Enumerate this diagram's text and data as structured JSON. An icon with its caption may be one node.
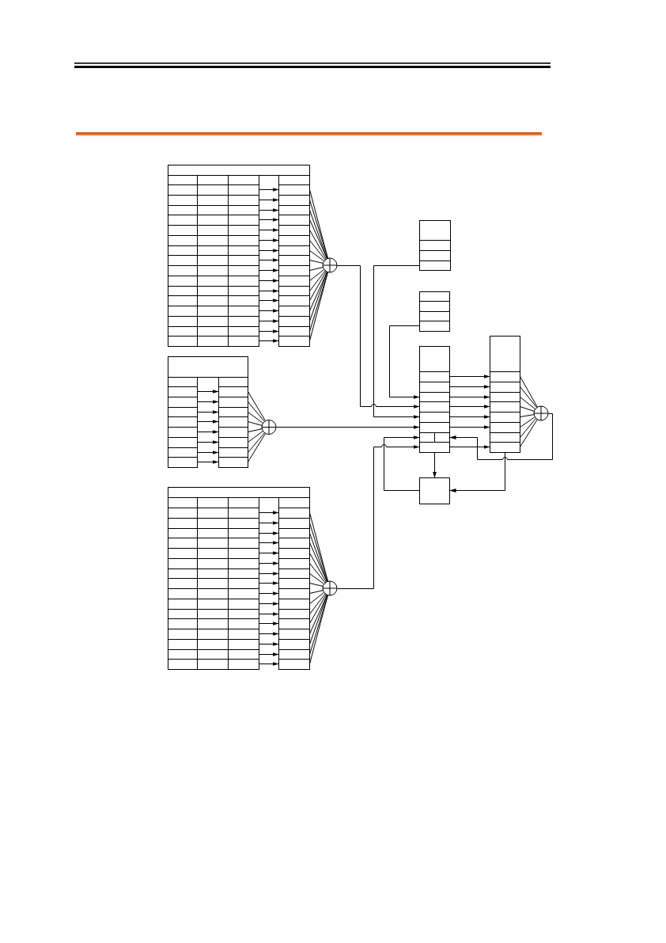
{
  "diagram": {
    "nodes": [
      {
        "text": [],
        "shape": "box"
      },
      {
        "text": [],
        "shape": "box"
      },
      {
        "text": [],
        "shape": "box"
      },
      {
        "text": [],
        "shape": "box"
      },
      {
        "text": [],
        "shape": "box"
      },
      {
        "text": [],
        "shape": "box"
      },
      {
        "text": [],
        "shape": "box"
      },
      {
        "text": [],
        "shape": "box"
      },
      {
        "text": [],
        "shape": "box"
      },
      {
        "text": [],
        "shape": "box"
      },
      {
        "text": [],
        "shape": "box"
      },
      {
        "text": [],
        "shape": "box"
      },
      {
        "text": [],
        "shape": "box"
      },
      {
        "text": [],
        "shape": "box"
      },
      {
        "text": [],
        "shape": "box"
      },
      {
        "text": [],
        "shape": "box"
      },
      {
        "text": [],
        "shape": "box"
      },
      {
        "text": [],
        "shape": "box"
      },
      {
        "text": [],
        "shape": "box"
      },
      {
        "text": [],
        "shape": "box"
      },
      {
        "text": [],
        "shape": "box"
      },
      {
        "text": [],
        "shape": "box"
      },
      {
        "text": [],
        "shape": "box"
      },
      {
        "text": [],
        "shape": "box"
      },
      {
        "text": [],
        "shape": "box"
      },
      {
        "text": [],
        "shape": "box"
      },
      {
        "text": [],
        "shape": "box"
      },
      {
        "text": [],
        "shape": "box"
      },
      {
        "text": [],
        "shape": "box"
      },
      {
        "text": [],
        "shape": "box"
      },
      {
        "text": [],
        "shape": "box"
      },
      {
        "text": [],
        "shape": "box"
      },
      {
        "text": [],
        "shape": "box"
      },
      {
        "text": [],
        "shape": "box"
      },
      {
        "text": [],
        "shape": "box"
      },
      {
        "text": [],
        "shape": "box"
      },
      {
        "text": [],
        "shape": "box"
      },
      {
        "text": [],
        "shape": "box"
      },
      {
        "text": [],
        "shape": "box"
      },
      {
        "text": [],
        "shape": "box"
      },
      {
        "text": [],
        "shape": "box"
      },
      {
        "text": [],
        "shape": "box"
      },
      {
        "text": [],
        "shape": "box"
      },
      {
        "text": [],
        "shape": "box"
      },
      {
        "text": [],
        "shape": "box"
      },
      {
        "text": [],
        "shape": "box"
      },
      {
        "text": [],
        "shape": "box"
      },
      {
        "text": [],
        "shape": "box"
      },
      {
        "text": [],
        "shape": "box"
      },
      {
        "text": [],
        "shape": "box"
      },
      {
        "text": [],
        "shape": "box"
      },
      {
        "text": [],
        "shape": "box"
      },
      {
        "text": [],
        "shape": "box"
      },
      {
        "text": [],
        "shape": "box"
      },
      {
        "text": [],
        "shape": "box"
      },
      {
        "text": [],
        "shape": "box"
      },
      {
        "text": [],
        "shape": "box"
      },
      {
        "text": [],
        "shape": "box"
      },
      {
        "text": [],
        "shape": "box"
      },
      {
        "text": [],
        "shape": "box"
      },
      {
        "text": [],
        "shape": "box"
      },
      {
        "text": [],
        "shape": "box"
      },
      {
        "text": [],
        "shape": "box"
      },
      {
        "text": [],
        "shape": "box"
      },
      {
        "text": [],
        "shape": "box"
      },
      {
        "text": [],
        "shape": "box"
      },
      {
        "text": [],
        "shape": "box"
      },
      {
        "text": [],
        "shape": "box"
      },
      {
        "text": [],
        "shape": "box"
      },
      {
        "text": [],
        "shape": "circle"
      },
      {
        "text": [],
        "shape": "box"
      },
      {
        "text": [],
        "shape": "box"
      },
      {
        "text": [],
        "shape": "box"
      },
      {
        "text": [],
        "shape": "box"
      },
      {
        "text": [],
        "shape": "box"
      },
      {
        "text": [],
        "shape": "box"
      },
      {
        "text": [],
        "shape": "box"
      },
      {
        "text": [],
        "shape": "box"
      },
      {
        "text": [],
        "shape": "box"
      },
      {
        "text": [],
        "shape": "box"
      },
      {
        "text": [],
        "shape": "box"
      },
      {
        "text": [],
        "shape": "box"
      },
      {
        "text": [],
        "shape": "box"
      },
      {
        "text": [],
        "shape": "box"
      },
      {
        "text": [],
        "shape": "box"
      },
      {
        "text": [],
        "shape": "box"
      },
      {
        "text": [],
        "shape": "box"
      },
      {
        "text": [],
        "shape": "box"
      },
      {
        "text": [],
        "shape": "box"
      },
      {
        "text": [],
        "shape": "box"
      },
      {
        "text": [],
        "shape": "box"
      },
      {
        "text": [],
        "shape": "box"
      },
      {
        "text": [],
        "shape": "box"
      },
      {
        "text": [],
        "shape": "box"
      },
      {
        "text": [],
        "shape": "box"
      },
      {
        "text": [],
        "shape": "box"
      },
      {
        "text": [],
        "shape": "box"
      },
      {
        "text": [],
        "shape": "circle"
      },
      {
        "text": [],
        "shape": "box"
      },
      {
        "text": [],
        "shape": "box"
      },
      {
        "text": [],
        "shape": "box"
      },
      {
        "text": [],
        "shape": "box"
      },
      {
        "text": [],
        "shape": "box"
      },
      {
        "text": [],
        "shape": "box"
      },
      {
        "text": [],
        "shape": "box"
      },
      {
        "text": [],
        "shape": "box"
      },
      {
        "text": [],
        "shape": "box"
      },
      {
        "text": [],
        "shape": "box"
      },
      {
        "text": [],
        "shape": "box"
      },
      {
        "text": [],
        "shape": "box"
      },
      {
        "text": [],
        "shape": "box"
      },
      {
        "text": [],
        "shape": "box"
      },
      {
        "text": [],
        "shape": "box"
      },
      {
        "text": [],
        "shape": "box"
      },
      {
        "text": [],
        "shape": "box"
      },
      {
        "text": [],
        "shape": "box"
      },
      {
        "text": [],
        "shape": "box"
      },
      {
        "text": [],
        "shape": "circle"
      },
      {
        "text": [],
        "shape": "box"
      },
      {
        "text": [],
        "shape": "box"
      },
      {
        "text": [],
        "shape": "box"
      },
      {
        "text": [],
        "shape": "box"
      },
      {
        "text": [],
        "shape": "box"
      },
      {
        "text": [],
        "shape": "box"
      },
      {
        "text": [],
        "shape": "box"
      },
      {
        "text": [],
        "shape": "box"
      },
      {
        "text": [],
        "shape": "box"
      },
      {
        "text": [],
        "shape": "box"
      },
      {
        "text": [],
        "shape": "box"
      },
      {
        "text": [],
        "shape": "box"
      },
      {
        "text": [],
        "shape": "box"
      },
      {
        "text": [],
        "shape": "box"
      },
      {
        "text": [],
        "shape": "box"
      },
      {
        "text": [],
        "shape": "box"
      },
      {
        "text": [],
        "shape": "box"
      },
      {
        "text": [],
        "shape": "box"
      },
      {
        "text": [],
        "shape": "box"
      },
      {
        "text": [],
        "shape": "box"
      },
      {
        "text": [],
        "shape": "box"
      },
      {
        "text": [],
        "shape": "box"
      },
      {
        "text": [],
        "shape": "box"
      },
      {
        "text": [],
        "shape": "box"
      },
      {
        "text": [],
        "shape": "box"
      },
      {
        "text": [],
        "shape": "box"
      },
      {
        "text": [],
        "shape": "box"
      },
      {
        "text": [],
        "shape": "box"
      },
      {
        "text": [],
        "shape": "box"
      },
      {
        "text": [],
        "shape": "box"
      },
      {
        "text": [],
        "shape": "box"
      },
      {
        "text": [],
        "shape": "box"
      },
      {
        "text": [],
        "shape": "box"
      },
      {
        "text": [],
        "shape": "box"
      },
      {
        "text": [],
        "shape": "box"
      },
      {
        "text": [],
        "shape": "box"
      },
      {
        "text": [],
        "shape": "box"
      },
      {
        "text": [],
        "shape": "box"
      },
      {
        "text": [],
        "shape": "box"
      },
      {
        "text": [],
        "shape": "box"
      },
      {
        "text": [],
        "shape": "box"
      },
      {
        "text": [],
        "shape": "box"
      },
      {
        "text": [],
        "shape": "box"
      },
      {
        "text": [],
        "shape": "box"
      },
      {
        "text": [],
        "shape": "box"
      },
      {
        "text": [],
        "shape": "box"
      },
      {
        "text": [],
        "shape": "box"
      },
      {
        "text": [],
        "shape": "box"
      },
      {
        "text": [],
        "shape": "box"
      },
      {
        "text": [],
        "shape": "box"
      },
      {
        "text": [],
        "shape": "box"
      },
      {
        "text": [],
        "shape": "box"
      },
      {
        "text": [],
        "shape": "box"
      },
      {
        "text": [],
        "shape": "box"
      },
      {
        "text": [],
        "shape": "box"
      },
      {
        "text": [],
        "shape": "box"
      },
      {
        "text": [],
        "shape": "box"
      },
      {
        "text": [],
        "shape": "box"
      },
      {
        "text": [],
        "shape": "box"
      },
      {
        "text": [],
        "shape": "box"
      },
      {
        "text": [],
        "shape": "box"
      },
      {
        "text": [],
        "shape": "box"
      },
      {
        "text": [],
        "shape": "box"
      },
      {
        "text": [],
        "shape": "box"
      },
      {
        "text": [],
        "shape": "box"
      },
      {
        "text": [],
        "shape": "box"
      },
      {
        "text": [],
        "shape": "box"
      },
      {
        "text": [],
        "shape": "box"
      },
      {
        "text": [],
        "shape": "box"
      },
      {
        "text": [],
        "shape": "box"
      },
      {
        "text": [],
        "shape": "circle"
      }
    ],
    "edges": [
      {
        "from": 7,
        "to": 8,
        "arrow": "to"
      },
      {
        "from": 11,
        "to": 12,
        "arrow": "to"
      },
      {
        "from": 15,
        "to": 16,
        "arrow": "to"
      },
      {
        "from": 19,
        "to": 20,
        "arrow": "to"
      },
      {
        "from": 23,
        "to": 24,
        "arrow": "to"
      },
      {
        "from": 27,
        "to": 28,
        "arrow": "to"
      },
      {
        "from": 31,
        "to": 32,
        "arrow": "to"
      },
      {
        "from": 35,
        "to": 36,
        "arrow": "to"
      },
      {
        "from": 39,
        "to": 40,
        "arrow": "to"
      },
      {
        "from": 43,
        "to": 44,
        "arrow": "to"
      },
      {
        "from": 47,
        "to": 48,
        "arrow": "to"
      },
      {
        "from": 51,
        "to": 52,
        "arrow": "to"
      },
      {
        "from": 55,
        "to": 56,
        "arrow": "to"
      },
      {
        "from": 59,
        "to": 60,
        "arrow": "to"
      },
      {
        "from": 63,
        "to": 64,
        "arrow": "to"
      },
      {
        "from": 67,
        "to": 68,
        "arrow": "to"
      },
      {
        "from": 8,
        "to": 69,
        "arrow": "none"
      },
      {
        "from": 12,
        "to": 69,
        "arrow": "none"
      },
      {
        "from": 16,
        "to": 69,
        "arrow": "none"
      },
      {
        "from": 20,
        "to": 69,
        "arrow": "none"
      },
      {
        "from": 24,
        "to": 69,
        "arrow": "none"
      },
      {
        "from": 28,
        "to": 69,
        "arrow": "none"
      },
      {
        "from": 32,
        "to": 69,
        "arrow": "none"
      },
      {
        "from": 36,
        "to": 69,
        "arrow": "none"
      },
      {
        "from": 40,
        "to": 69,
        "arrow": "none"
      },
      {
        "from": 44,
        "to": 69,
        "arrow": "none"
      },
      {
        "from": 48,
        "to": 69,
        "arrow": "none"
      },
      {
        "from": 52,
        "to": 69,
        "arrow": "none"
      },
      {
        "from": 56,
        "to": 69,
        "arrow": "none"
      },
      {
        "from": 60,
        "to": 69,
        "arrow": "none"
      },
      {
        "from": 64,
        "to": 69,
        "arrow": "none"
      },
      {
        "from": 68,
        "to": 69,
        "arrow": "none"
      },
      {
        "from": 69,
        "to": 102,
        "arrow": "to"
      },
      {
        "from": 73,
        "to": 103,
        "arrow": "to"
      },
      {
        "from": 77,
        "to": 101,
        "arrow": "to"
      },
      {
        "from": 81,
        "to": 82,
        "arrow": "to"
      },
      {
        "from": 83,
        "to": 84,
        "arrow": "to"
      },
      {
        "from": 85,
        "to": 86,
        "arrow": "to"
      },
      {
        "from": 87,
        "to": 88,
        "arrow": "to"
      },
      {
        "from": 89,
        "to": 90,
        "arrow": "to"
      },
      {
        "from": 91,
        "to": 92,
        "arrow": "to"
      },
      {
        "from": 93,
        "to": 94,
        "arrow": "to"
      },
      {
        "from": 95,
        "to": 96,
        "arrow": "to"
      },
      {
        "from": 82,
        "to": 97,
        "arrow": "none"
      },
      {
        "from": 84,
        "to": 97,
        "arrow": "none"
      },
      {
        "from": 86,
        "to": 97,
        "arrow": "none"
      },
      {
        "from": 88,
        "to": 97,
        "arrow": "none"
      },
      {
        "from": 90,
        "to": 97,
        "arrow": "none"
      },
      {
        "from": 92,
        "to": 97,
        "arrow": "none"
      },
      {
        "from": 94,
        "to": 97,
        "arrow": "none"
      },
      {
        "from": 96,
        "to": 97,
        "arrow": "none"
      },
      {
        "from": 97,
        "to": 104,
        "arrow": "to"
      },
      {
        "from": 118,
        "to": 105,
        "arrow": "to"
      },
      {
        "from": 188,
        "to": 107,
        "arrow": "to"
      },
      {
        "from": 99,
        "to": 109,
        "arrow": "to"
      },
      {
        "from": 100,
        "to": 110,
        "arrow": "to"
      },
      {
        "from": 101,
        "to": 111,
        "arrow": "to"
      },
      {
        "from": 102,
        "to": 112,
        "arrow": "to"
      },
      {
        "from": 103,
        "to": 113,
        "arrow": "to"
      },
      {
        "from": 104,
        "to": 114,
        "arrow": "to"
      },
      {
        "from": 107,
        "to": 116,
        "arrow": "to"
      },
      {
        "from": 109,
        "to": 117,
        "arrow": "none"
      },
      {
        "from": 110,
        "to": 117,
        "arrow": "none"
      },
      {
        "from": 111,
        "to": 117,
        "arrow": "none"
      },
      {
        "from": 112,
        "to": 117,
        "arrow": "none"
      },
      {
        "from": 113,
        "to": 117,
        "arrow": "none"
      },
      {
        "from": 114,
        "to": 117,
        "arrow": "none"
      },
      {
        "from": 115,
        "to": 117,
        "arrow": "none"
      },
      {
        "from": 116,
        "to": 117,
        "arrow": "none"
      },
      {
        "from": 117,
        "to": 106,
        "arrow": "to"
      },
      {
        "from": 107,
        "to": 118,
        "arrow": "to"
      },
      {
        "from": 116,
        "to": 118,
        "arrow": "to"
      },
      {
        "from": 126,
        "to": 127,
        "arrow": "to"
      },
      {
        "from": 130,
        "to": 131,
        "arrow": "to"
      },
      {
        "from": 134,
        "to": 135,
        "arrow": "to"
      },
      {
        "from": 138,
        "to": 139,
        "arrow": "to"
      },
      {
        "from": 142,
        "to": 143,
        "arrow": "to"
      },
      {
        "from": 146,
        "to": 147,
        "arrow": "to"
      },
      {
        "from": 150,
        "to": 151,
        "arrow": "to"
      },
      {
        "from": 154,
        "to": 155,
        "arrow": "to"
      },
      {
        "from": 158,
        "to": 159,
        "arrow": "to"
      },
      {
        "from": 162,
        "to": 163,
        "arrow": "to"
      },
      {
        "from": 166,
        "to": 167,
        "arrow": "to"
      },
      {
        "from": 170,
        "to": 171,
        "arrow": "to"
      },
      {
        "from": 174,
        "to": 175,
        "arrow": "to"
      },
      {
        "from": 178,
        "to": 179,
        "arrow": "to"
      },
      {
        "from": 182,
        "to": 183,
        "arrow": "to"
      },
      {
        "from": 186,
        "to": 187,
        "arrow": "to"
      },
      {
        "from": 127,
        "to": 188,
        "arrow": "none"
      },
      {
        "from": 131,
        "to": 188,
        "arrow": "none"
      },
      {
        "from": 135,
        "to": 188,
        "arrow": "none"
      },
      {
        "from": 139,
        "to": 188,
        "arrow": "none"
      },
      {
        "from": 143,
        "to": 188,
        "arrow": "none"
      },
      {
        "from": 147,
        "to": 188,
        "arrow": "none"
      },
      {
        "from": 151,
        "to": 188,
        "arrow": "none"
      },
      {
        "from": 155,
        "to": 188,
        "arrow": "none"
      },
      {
        "from": 159,
        "to": 188,
        "arrow": "none"
      },
      {
        "from": 163,
        "to": 188,
        "arrow": "none"
      },
      {
        "from": 167,
        "to": 188,
        "arrow": "none"
      },
      {
        "from": 171,
        "to": 188,
        "arrow": "none"
      },
      {
        "from": 175,
        "to": 188,
        "arrow": "none"
      },
      {
        "from": 179,
        "to": 188,
        "arrow": "none"
      },
      {
        "from": 183,
        "to": 188,
        "arrow": "none"
      },
      {
        "from": 187,
        "to": 188,
        "arrow": "none"
      }
    ]
  }
}
